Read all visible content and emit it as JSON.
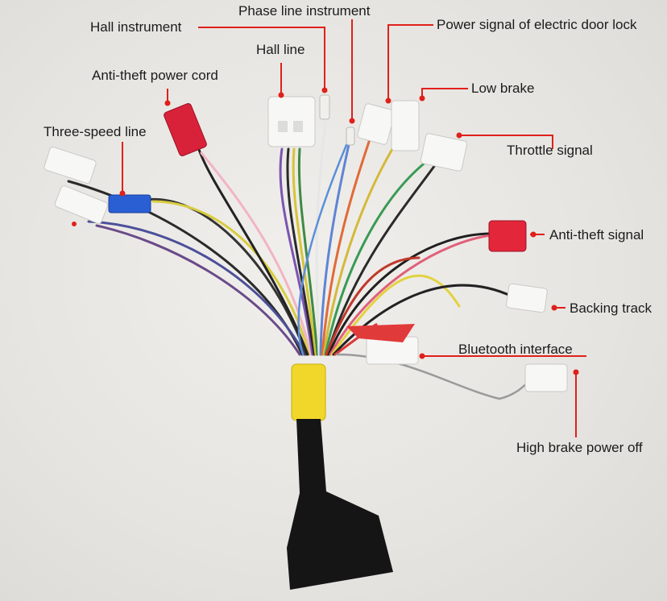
{
  "labels": {
    "hall_instrument": "Hall instrument",
    "phase_line_instrument": "Phase line instrument",
    "power_signal_door_lock": "Power signal of electric door lock",
    "hall_line": "Hall line",
    "anti_theft_power_cord": "Anti-theft power cord",
    "low_brake": "Low brake",
    "three_speed_line": "Three-speed line",
    "throttle_signal": "Throttle signal",
    "anti_theft_signal": "Anti-theft signal",
    "backing_track": "Backing track",
    "bluetooth_interface": "Bluetooth interface",
    "high_brake_power_off": "High brake power off"
  },
  "colors": {
    "leader_line": "#e0201b",
    "leader_dot": "#e0201b",
    "label_text": "#1b1b1b",
    "sleeve_yellow": "#f1d72a",
    "boot_black": "#151515",
    "connector_white": "#f7f7f5",
    "connector_red": "#d8223a",
    "connector_blue": "#2a5fd3"
  }
}
